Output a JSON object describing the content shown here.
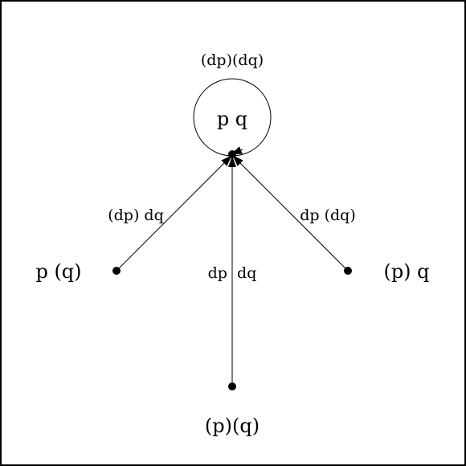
{
  "diagram": {
    "title": "",
    "nodes": {
      "center": "p q",
      "left": "p (q)",
      "right": "(p) q",
      "bottom": "(p)(q)"
    },
    "edges": {
      "loop": "(dp)(dq)",
      "left_to_center": "(dp) dq",
      "right_to_center": "dp (dq)",
      "bottom_to_center": "dp  dq"
    },
    "colors": {
      "line": "#000000",
      "background": "#ffffff"
    }
  }
}
